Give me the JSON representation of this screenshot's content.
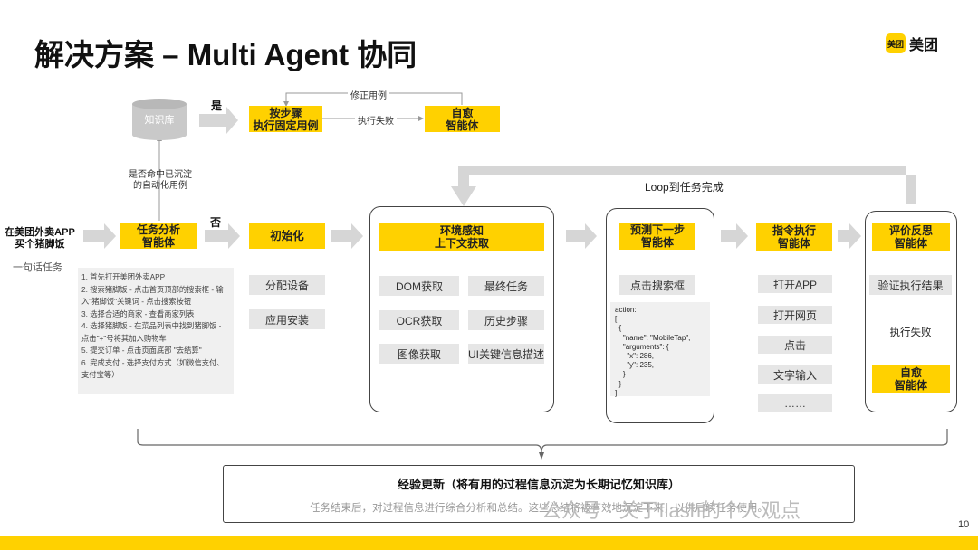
{
  "header": {
    "title": "解决方案 – Multi Agent 协同",
    "brand_badge": "美团",
    "brand_text": "美团"
  },
  "top": {
    "kb": "知识库",
    "yes": "是",
    "fixed_case_1": "按步骤",
    "fixed_case_2": "执行固定用例",
    "fix_label": "修正用例",
    "fail_label": "执行失败",
    "heal_1": "自愈",
    "heal_2": "智能体",
    "hit_1": "是否命中已沉淀",
    "hit_2": "的自动化用例"
  },
  "loop_label": "Loop到任务完成",
  "task": {
    "input_1": "在美团外卖APP",
    "input_2": "买个猪脚饭",
    "input_caption": "一句话任务",
    "no": "否",
    "analysis_1": "任务分析",
    "analysis_2": "智能体",
    "steps": [
      "1. 首先打开美团外卖APP",
      "2. 搜索猪脚饭 - 点击首页顶部的搜索框 - 输",
      "入\"猪脚饭\"关键词 - 点击搜索按钮",
      "3. 选择合适的商家 - 查看商家列表",
      "4. 选择猪脚饭 - 在菜品列表中找到猪脚饭 -",
      "点击\"+\"号将其加入购物车",
      "5. 提交订单 - 点击页面底部  \"去结算\"",
      "6. 完成支付 - 选择支付方式（如微信支付、",
      "支付宝等）"
    ]
  },
  "init": {
    "title": "初始化",
    "items": [
      "分配设备",
      "应用安装"
    ]
  },
  "env": {
    "title_1": "环境感知",
    "title_2": "上下文获取",
    "items": [
      "DOM获取",
      "最终任务",
      "OCR获取",
      "历史步骤",
      "图像获取",
      "UI关键信息描述"
    ]
  },
  "predict": {
    "title_1": "预测下一步",
    "title_2": "智能体",
    "item": "点击搜索框",
    "action_code": "action:\n[\n  {\n    \"name\": \"MobileTap\",\n    \"arguments\": {\n      \"x\": 286,\n      \"y\": 235,\n    }\n  }\n]"
  },
  "exec": {
    "title_1": "指令执行",
    "title_2": "智能体",
    "items": [
      "打开APP",
      "打开网页",
      "点击",
      "文字输入",
      "……"
    ]
  },
  "eval": {
    "title_1": "评价反思",
    "title_2": "智能体",
    "verify": "验证执行结果",
    "fail": "执行失败",
    "heal_1": "自愈",
    "heal_2": "智能体"
  },
  "experience": {
    "title": "经验更新（将有用的过程信息沉淀为长期记忆知识库）",
    "desc": "任务结束后，对过程信息进行综合分析和总结。这些总结将被有效地沉淀下来，以供后续任务使用。"
  },
  "watermark": "公众号 · 关于flash的个人观点",
  "page_number": "10",
  "colors": {
    "accent": "#ffd100",
    "gray_box": "#e6e6e6",
    "arrow": "#d6d6d6"
  }
}
